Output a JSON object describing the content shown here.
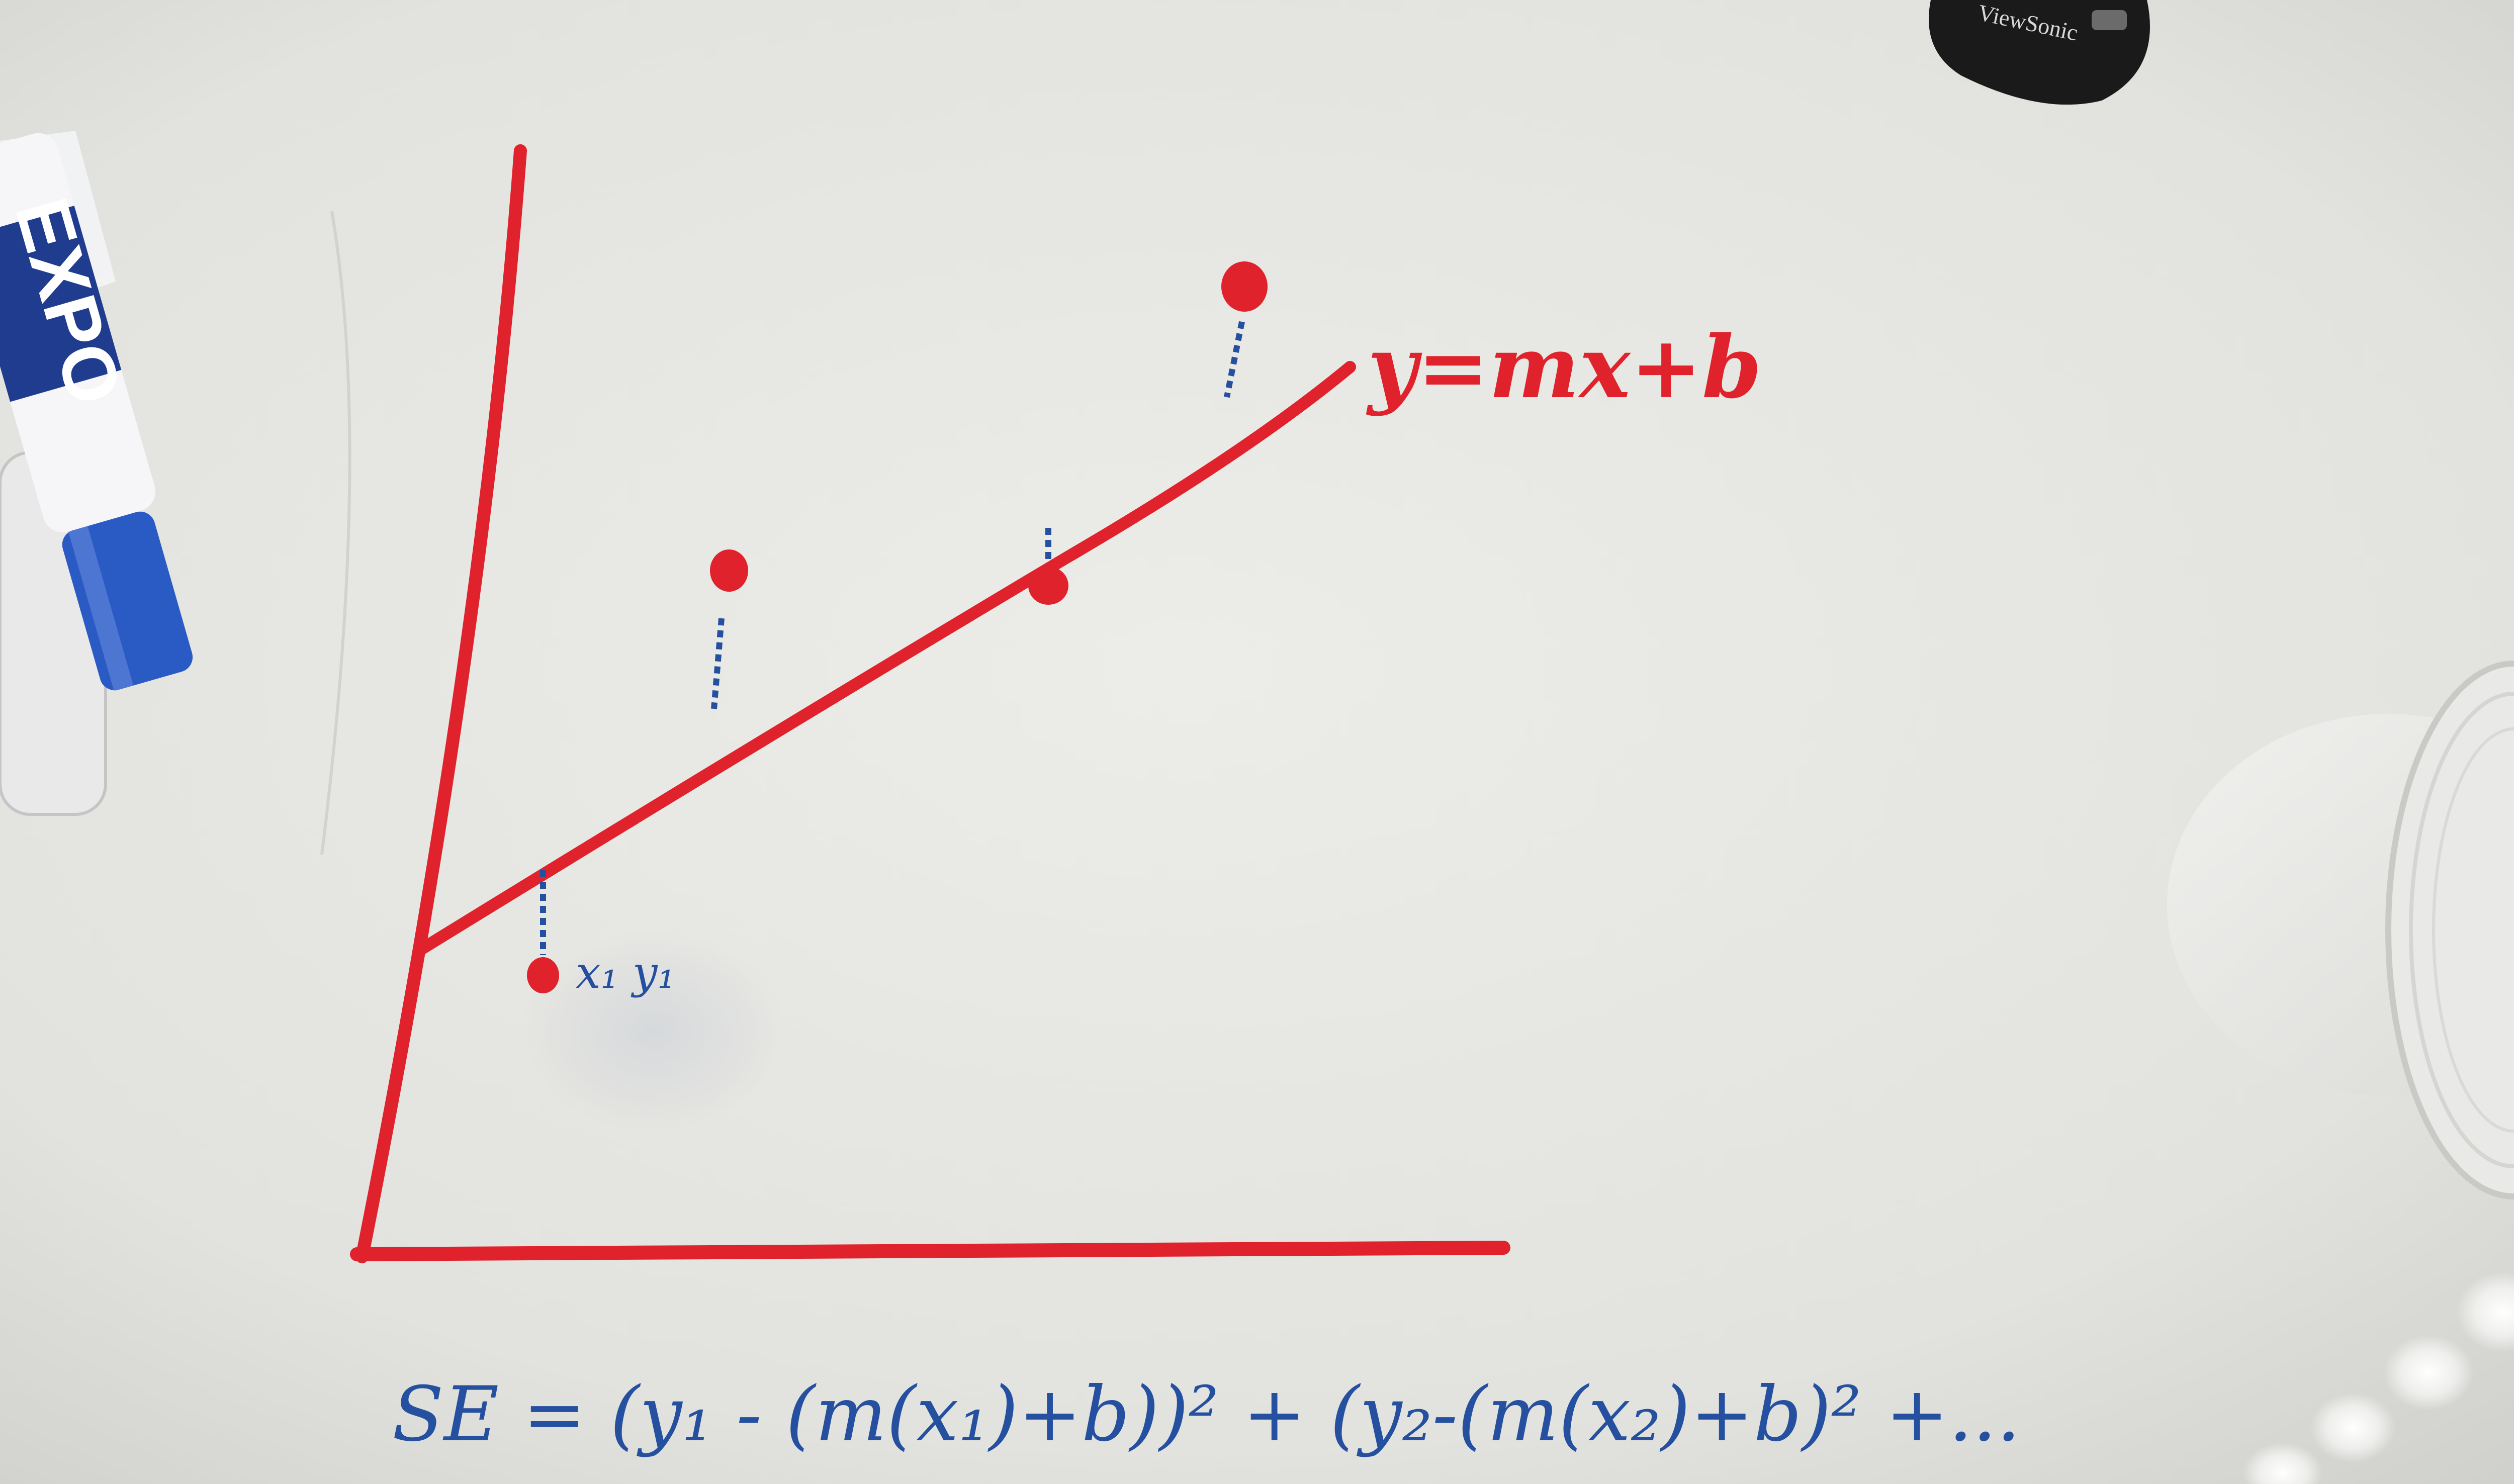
{
  "board": {
    "surface_color": "#e7e7e3",
    "marker_red": "#e0222c",
    "marker_blue": "#2550a0"
  },
  "labels": {
    "line_equation": "y=mx+b",
    "point_label": "x₁ y₁",
    "formula": "SE = (y₁ - (m(x₁)+b))² + (y₂-(m(x₂)+b)² +..."
  },
  "objects": {
    "marker_brand": "EXPO",
    "projector_remote_brand": "ViewSonic"
  },
  "icons": [
    "expo-marker",
    "remote-control",
    "plastic-cup",
    "light-reflection"
  ]
}
